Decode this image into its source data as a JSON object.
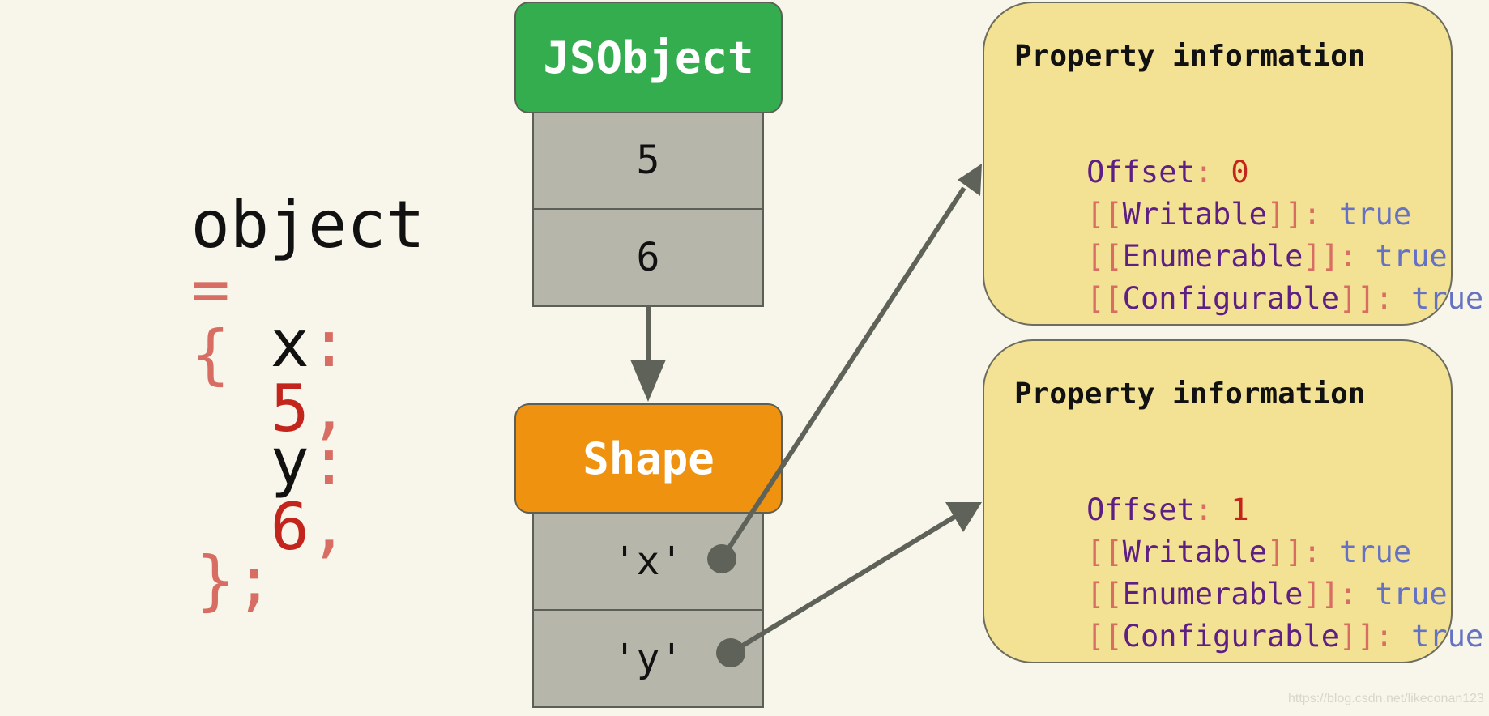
{
  "code": {
    "line1": {
      "identifier": "object",
      "assign": "=",
      "open_brace": "{"
    },
    "line2": {
      "key": "x",
      "colon": ":",
      "value": "5",
      "comma": ","
    },
    "line3": {
      "key": "y",
      "colon": ":",
      "value": "6",
      "comma": ","
    },
    "line4": {
      "close": "};"
    }
  },
  "jsobject": {
    "title": "JSObject",
    "slots": [
      "5",
      "6"
    ]
  },
  "shape": {
    "title": "Shape",
    "keys": [
      "'x'",
      "'y'"
    ]
  },
  "panels": [
    {
      "title": "Property information",
      "offset_label": "Offset",
      "offset_value": "0",
      "writable_label": "Writable",
      "writable_value": "true",
      "enumerable_label": "Enumerable",
      "enumerable_value": "true",
      "configurable_label": "Configurable",
      "configurable_value": "true"
    },
    {
      "title": "Property information",
      "offset_label": "Offset",
      "offset_value": "1",
      "writable_label": "Writable",
      "writable_value": "true",
      "enumerable_label": "Enumerable",
      "enumerable_value": "true",
      "configurable_label": "Configurable",
      "configurable_value": "true"
    }
  ],
  "colors": {
    "background": "#f8f6ea",
    "jsobject_header": "#34ad4f",
    "shape_header": "#ee920f",
    "slot_fill": "#b6b6ab",
    "panel_fill": "#f3e293",
    "arrow": "#5f6259"
  },
  "watermark": "https://blog.csdn.net/likeconan123"
}
